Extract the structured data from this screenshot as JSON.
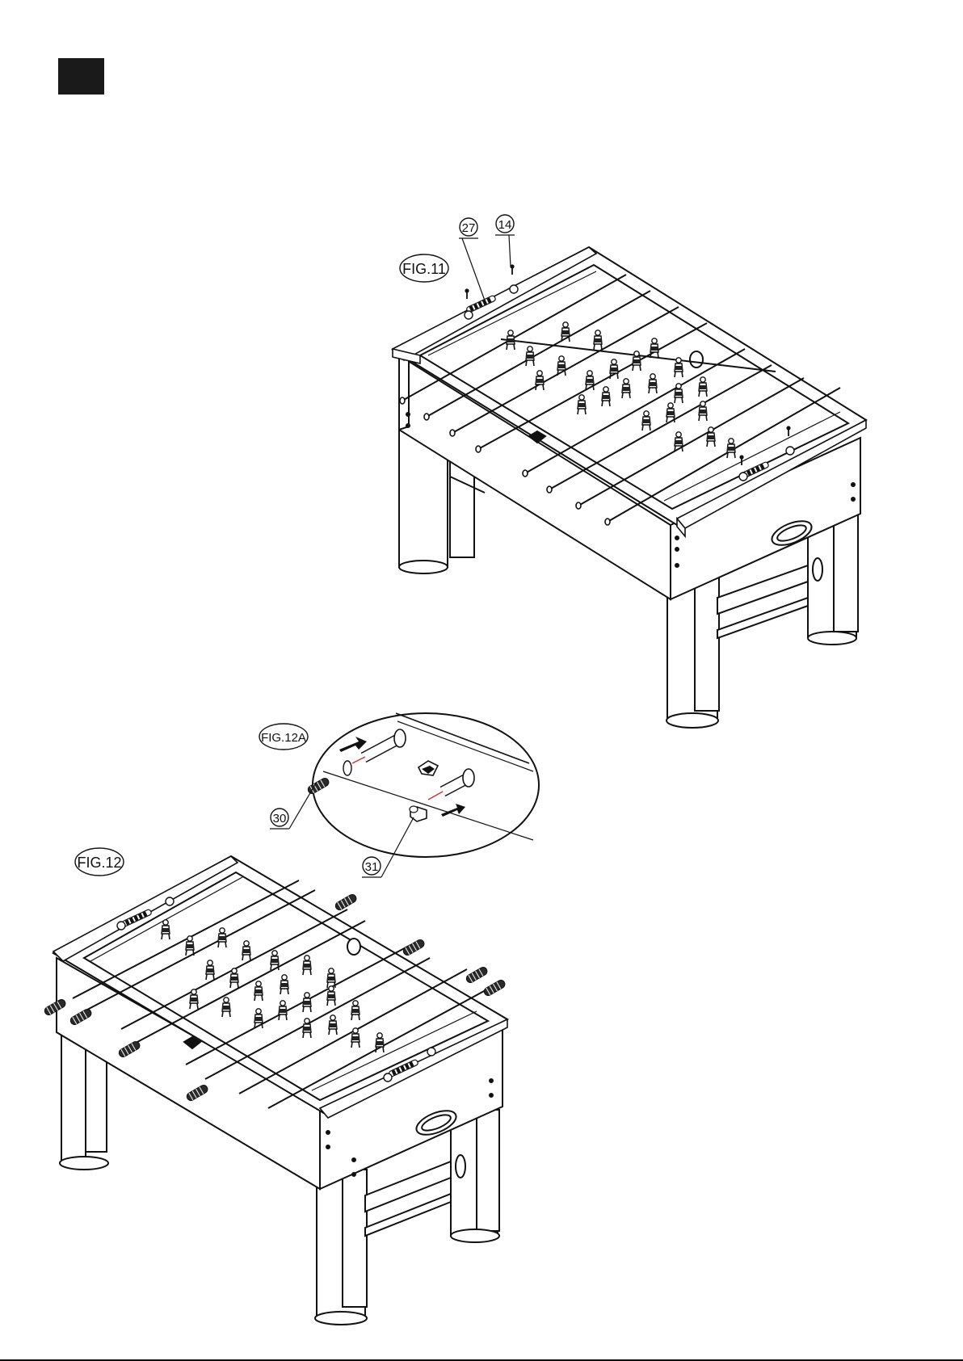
{
  "labels": {
    "fig11": "FIG.11",
    "fig12": "FIG.12",
    "fig12a": "FIG.12A",
    "part27": "27",
    "part14": "14",
    "part30": "30",
    "part31": "31"
  },
  "colors": {
    "line": "#111111",
    "dark_part": "#2a2a2a",
    "accent_line": "#d23030"
  }
}
